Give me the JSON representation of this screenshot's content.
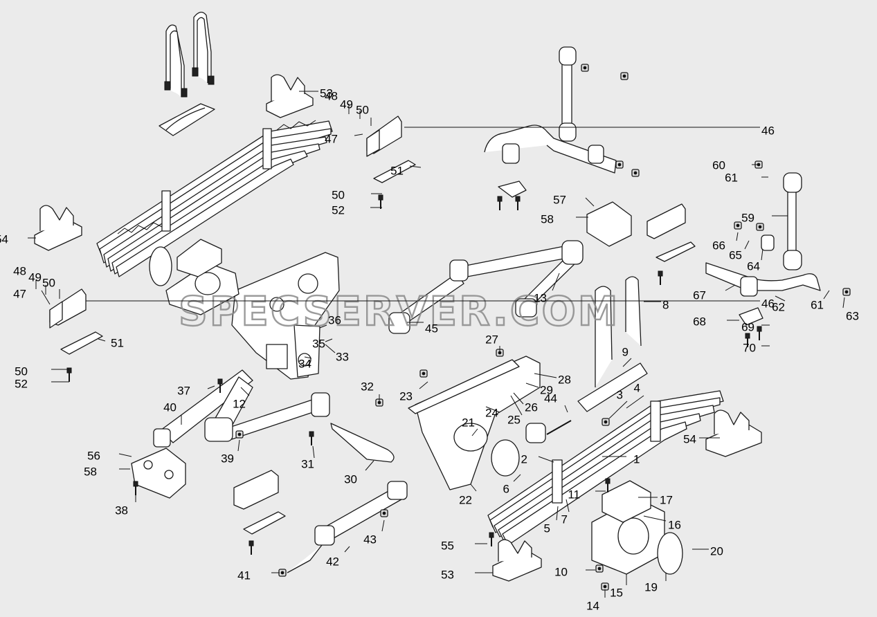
{
  "watermark": "SPECSERVER.COM",
  "callouts": [
    "1",
    "2",
    "3",
    "4",
    "5",
    "6",
    "7",
    "8",
    "9",
    "10",
    "11",
    "12",
    "13",
    "14",
    "15",
    "16",
    "17",
    "19",
    "20",
    "21",
    "22",
    "23",
    "24",
    "25",
    "26",
    "27",
    "28",
    "29",
    "30",
    "31",
    "32",
    "33",
    "34",
    "35",
    "36",
    "37",
    "38",
    "39",
    "40",
    "41",
    "42",
    "43",
    "44",
    "45",
    "46",
    "47",
    "48",
    "49",
    "50",
    "51",
    "52",
    "53",
    "54",
    "55",
    "56",
    "57",
    "58",
    "59",
    "60",
    "61",
    "62",
    "63",
    "64",
    "65",
    "66",
    "67",
    "68",
    "69",
    "70"
  ]
}
